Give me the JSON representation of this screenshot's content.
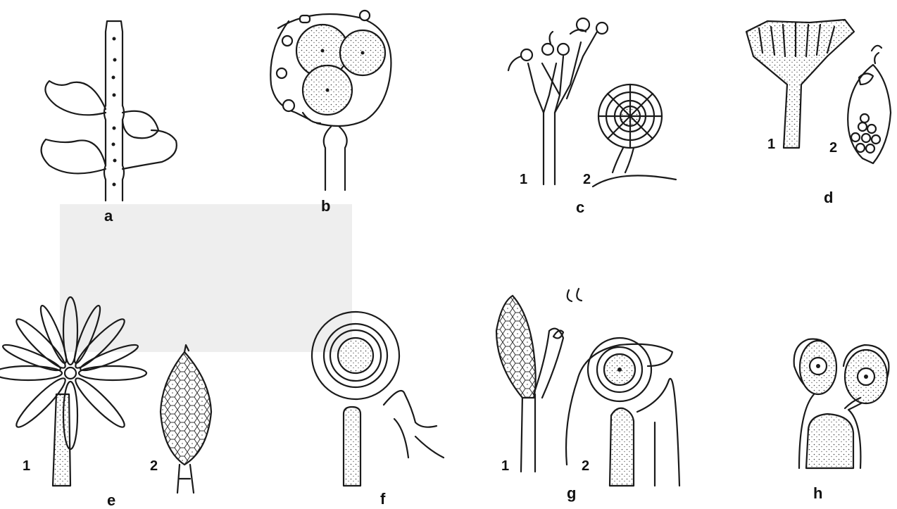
{
  "panels": [
    {
      "id": "a",
      "label": "a"
    },
    {
      "id": "b",
      "label": "b"
    },
    {
      "id": "c",
      "label": "c",
      "sublabels": [
        "1",
        "2"
      ]
    },
    {
      "id": "d",
      "label": "d",
      "sublabels": [
        "1",
        "2"
      ]
    },
    {
      "id": "e",
      "label": "e",
      "sublabels": [
        "1",
        "2"
      ]
    },
    {
      "id": "f",
      "label": "f"
    },
    {
      "id": "g",
      "label": "g",
      "sublabels": [
        "1",
        "2"
      ]
    },
    {
      "id": "h",
      "label": "h"
    }
  ],
  "colors": {
    "ink": "#1a1a1a",
    "background": "#ffffff",
    "shade": "#eeeeee"
  }
}
